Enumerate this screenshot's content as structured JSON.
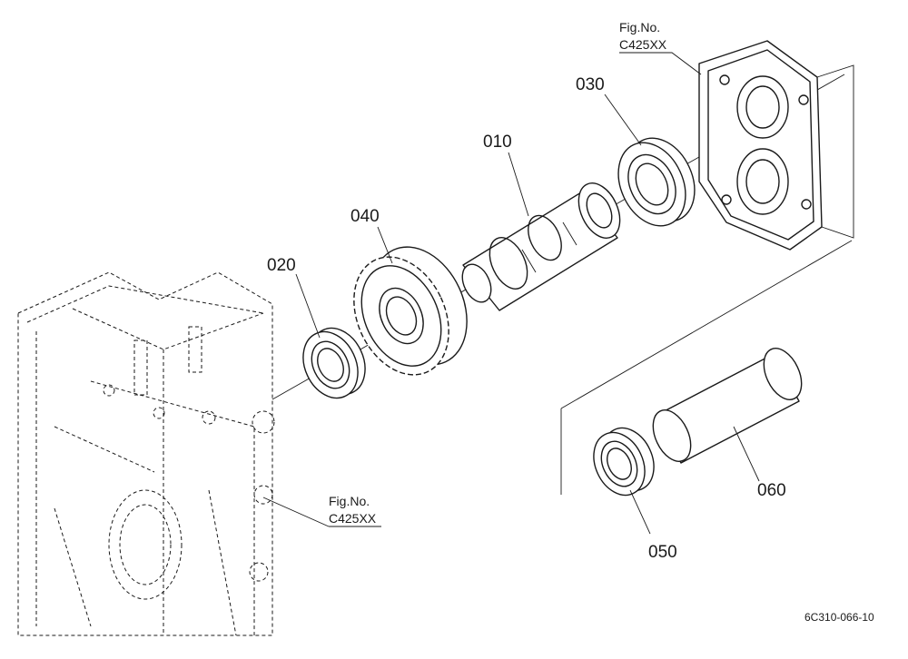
{
  "parts": [
    {
      "number": "010"
    },
    {
      "number": "020"
    },
    {
      "number": "030"
    },
    {
      "number": "040"
    },
    {
      "number": "050"
    },
    {
      "number": "060"
    }
  ],
  "figure_refs": [
    {
      "title": "Fig.No.",
      "code": "C425XX"
    },
    {
      "title": "Fig.No.",
      "code": "C425XX"
    }
  ],
  "drawing_code": "6C310-066-10",
  "colors": {
    "line": "#1a1a1a",
    "background": "#ffffff"
  }
}
